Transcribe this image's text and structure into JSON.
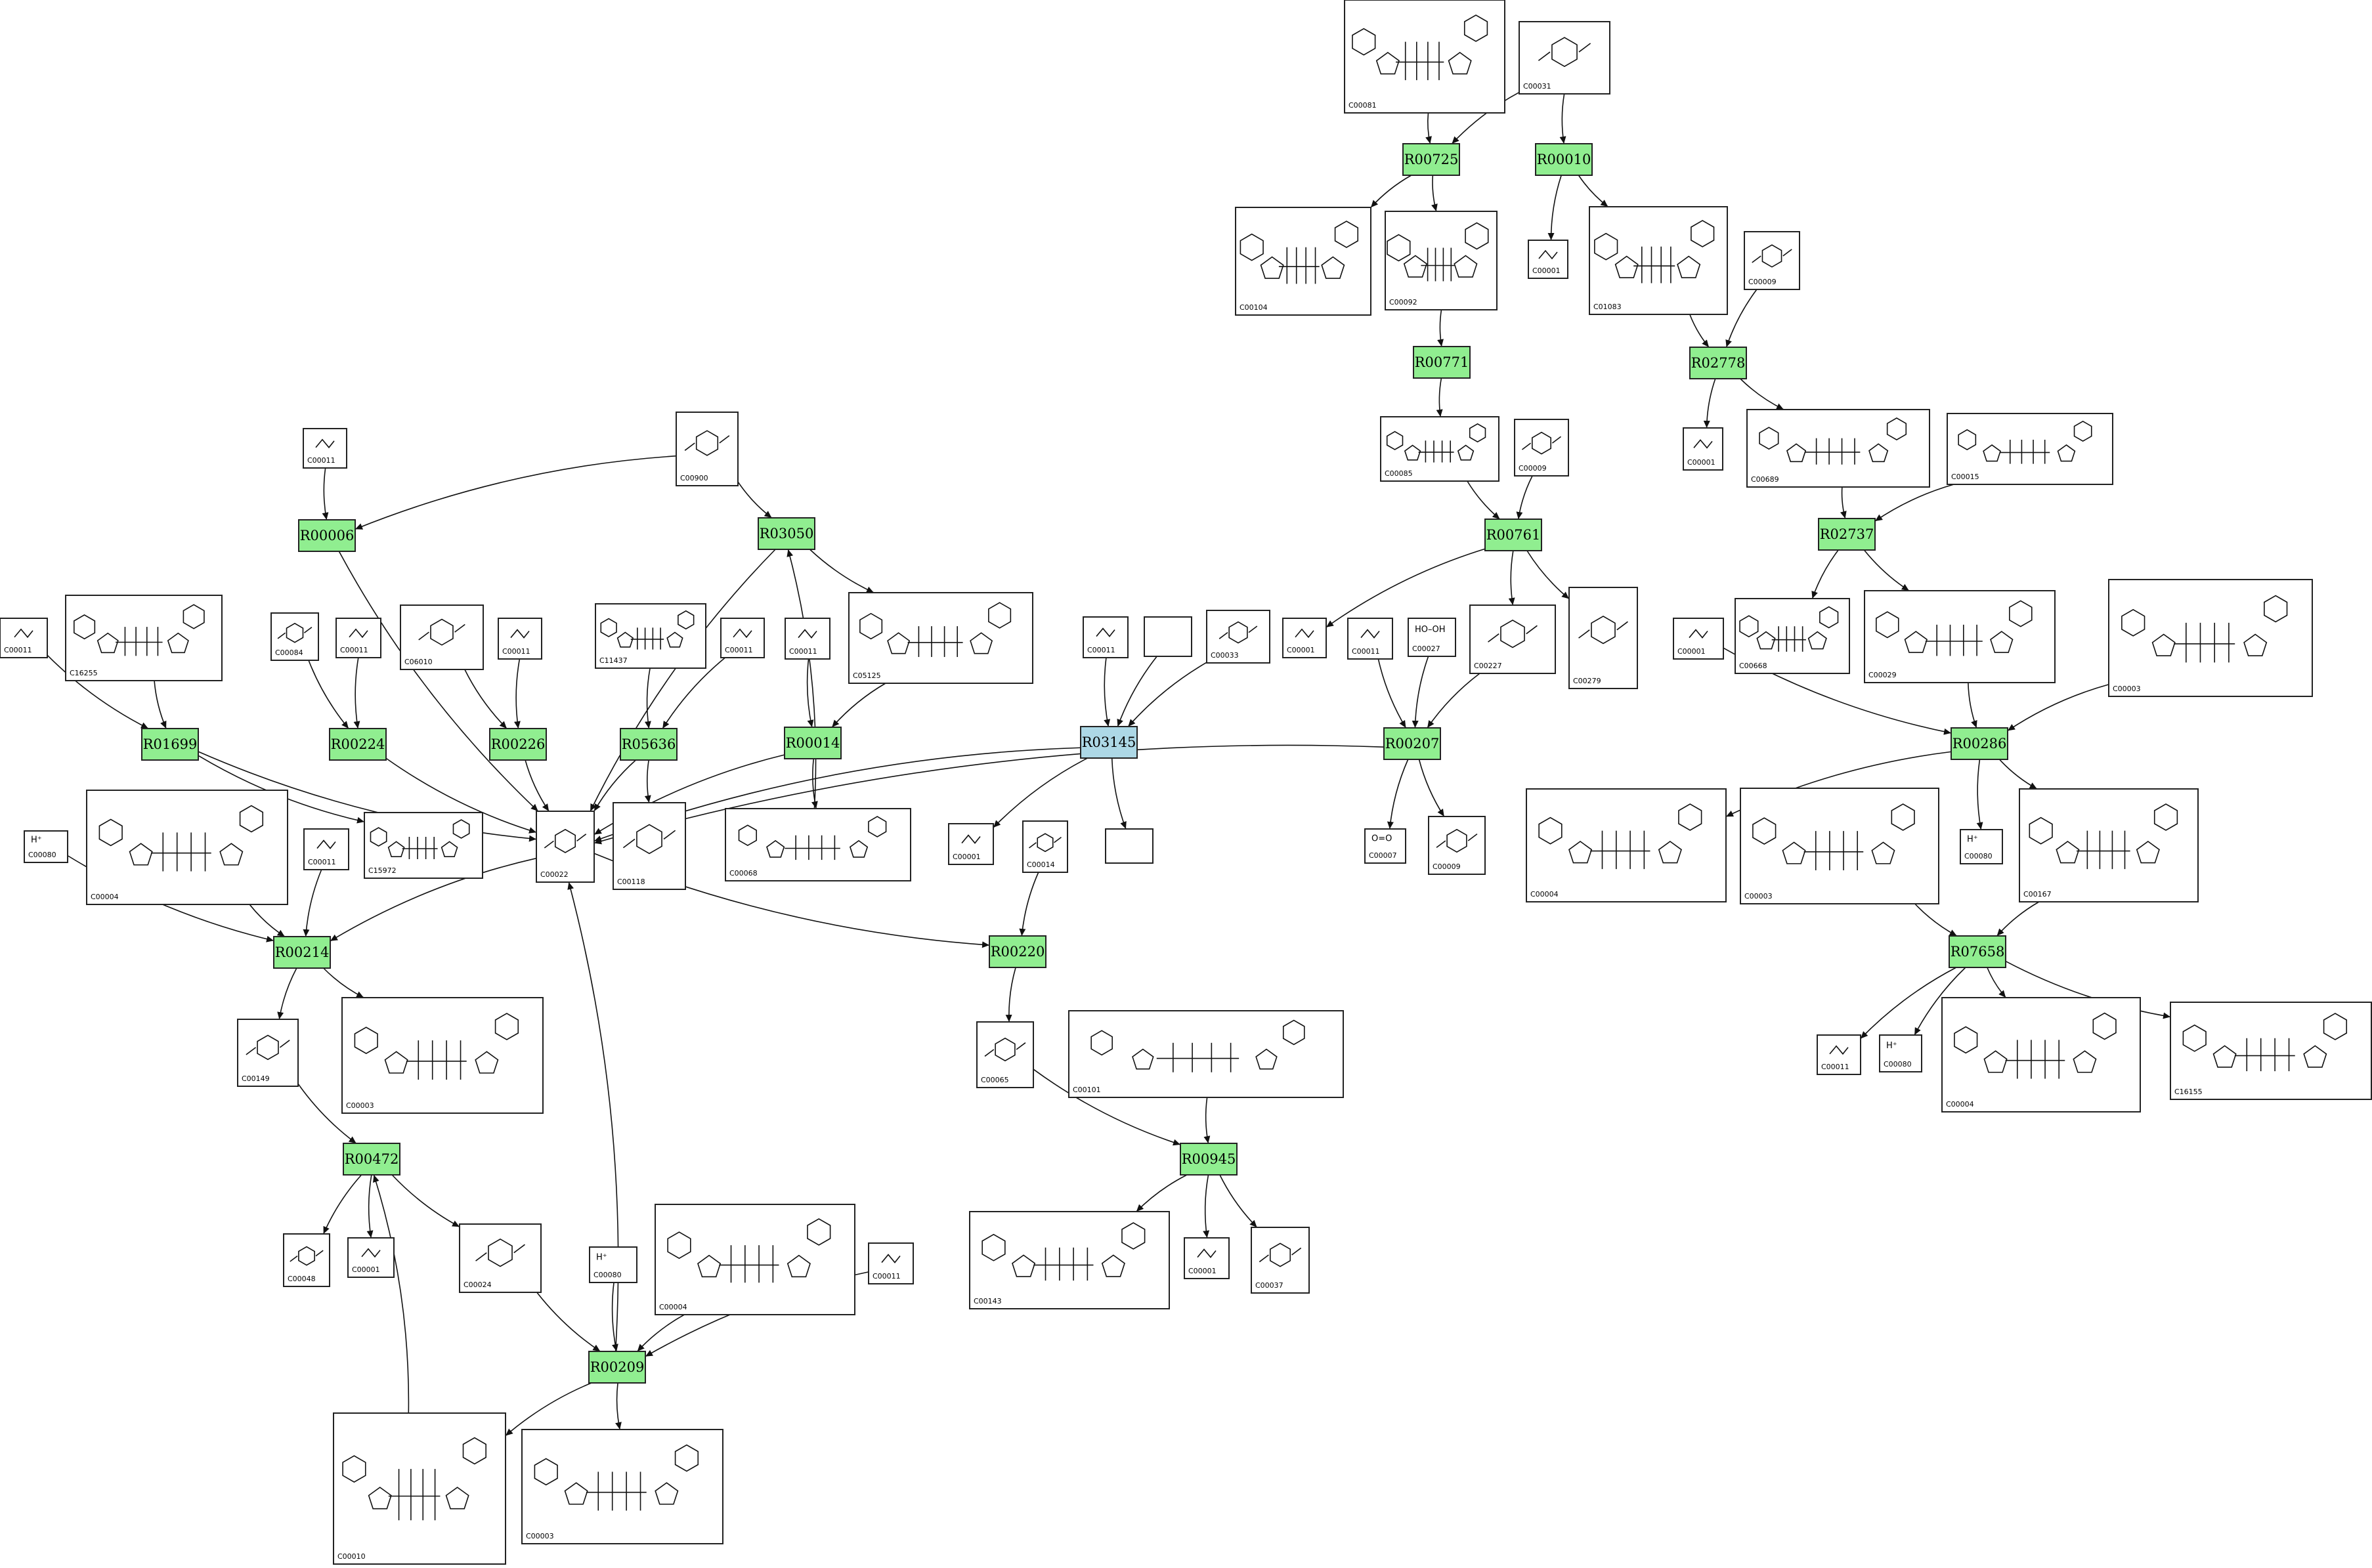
{
  "colors": {
    "reaction": "#90EE90",
    "reaction_selected": "#ADD8E6",
    "stroke": "#222222"
  },
  "reactions": [
    {
      "id": "R00725",
      "label": "R00725"
    },
    {
      "id": "R00010",
      "label": "R00010"
    },
    {
      "id": "R00771",
      "label": "R00771"
    },
    {
      "id": "R02778",
      "label": "R02778"
    },
    {
      "id": "R00006",
      "label": "R00006"
    },
    {
      "id": "R03050",
      "label": "R03050"
    },
    {
      "id": "R00761",
      "label": "R00761"
    },
    {
      "id": "R02737",
      "label": "R02737"
    },
    {
      "id": "R01699",
      "label": "R01699"
    },
    {
      "id": "R00224",
      "label": "R00224"
    },
    {
      "id": "R00226",
      "label": "R00226"
    },
    {
      "id": "R05636",
      "label": "R05636"
    },
    {
      "id": "R00014",
      "label": "R00014"
    },
    {
      "id": "R03145",
      "label": "R03145",
      "selected": true
    },
    {
      "id": "R00207",
      "label": "R00207"
    },
    {
      "id": "R00286",
      "label": "R00286"
    },
    {
      "id": "R00214",
      "label": "R00214"
    },
    {
      "id": "R00220",
      "label": "R00220"
    },
    {
      "id": "R07658",
      "label": "R07658"
    },
    {
      "id": "R00472",
      "label": "R00472"
    },
    {
      "id": "R00945",
      "label": "R00945"
    },
    {
      "id": "R00209",
      "label": "R00209"
    }
  ],
  "compounds": [
    {
      "id": "c00081",
      "label": "C00081",
      "formula": ""
    },
    {
      "id": "c00031",
      "label": "C00031",
      "formula": ""
    },
    {
      "id": "c00104",
      "label": "C00104",
      "formula": ""
    },
    {
      "id": "c00092",
      "label": "C00092",
      "formula": ""
    },
    {
      "id": "c00001a",
      "label": "C00001",
      "formula": ""
    },
    {
      "id": "c01083",
      "label": "C01083",
      "formula": ""
    },
    {
      "id": "c00009a",
      "label": "C00009",
      "formula": ""
    },
    {
      "id": "c00085",
      "label": "C00085",
      "formula": ""
    },
    {
      "id": "c00009b",
      "label": "C00009",
      "formula": ""
    },
    {
      "id": "c00001b",
      "label": "C00001",
      "formula": ""
    },
    {
      "id": "c00689",
      "label": "C00689",
      "formula": ""
    },
    {
      "id": "c00015",
      "label": "C00015",
      "formula": ""
    },
    {
      "id": "c00011a",
      "label": "C00011",
      "formula": ""
    },
    {
      "id": "c00900",
      "label": "C00900",
      "formula": ""
    },
    {
      "id": "c00011b",
      "label": "C00011",
      "formula": ""
    },
    {
      "id": "c16255",
      "label": "C16255",
      "formula": ""
    },
    {
      "id": "c00084",
      "label": "C00084",
      "formula": ""
    },
    {
      "id": "c00011c",
      "label": "C00011",
      "formula": ""
    },
    {
      "id": "c06010",
      "label": "C06010",
      "formula": ""
    },
    {
      "id": "c00011d",
      "label": "C00011",
      "formula": ""
    },
    {
      "id": "c11437",
      "label": "C11437",
      "formula": ""
    },
    {
      "id": "c00011e",
      "label": "C00011",
      "formula": ""
    },
    {
      "id": "c00011f",
      "label": "C00011",
      "formula": ""
    },
    {
      "id": "c05125",
      "label": "C05125",
      "formula": ""
    },
    {
      "id": "c00011g",
      "label": "C00011",
      "formula": ""
    },
    {
      "id": "blank1",
      "label": "",
      "formula": ""
    },
    {
      "id": "c00033",
      "label": "C00033",
      "formula": ""
    },
    {
      "id": "c00001c",
      "label": "C00001",
      "formula": ""
    },
    {
      "id": "c00011h",
      "label": "C00011",
      "formula": ""
    },
    {
      "id": "c00027",
      "label": "C00027",
      "formula": "HO–OH"
    },
    {
      "id": "c00227",
      "label": "C00227",
      "formula": ""
    },
    {
      "id": "c00279",
      "label": "C00279",
      "formula": ""
    },
    {
      "id": "c00668",
      "label": "C00668",
      "formula": ""
    },
    {
      "id": "c00029",
      "label": "C00029",
      "formula": ""
    },
    {
      "id": "c00001d",
      "label": "C00001",
      "formula": ""
    },
    {
      "id": "c00003a",
      "label": "C00003",
      "formula": ""
    },
    {
      "id": "c00080a",
      "label": "C00080",
      "formula": "H⁺"
    },
    {
      "id": "c00004a",
      "label": "C00004",
      "formula": ""
    },
    {
      "id": "c00011i",
      "label": "C00011",
      "formula": ""
    },
    {
      "id": "c15972",
      "label": "C15972",
      "formula": ""
    },
    {
      "id": "c00022",
      "label": "C00022",
      "formula": ""
    },
    {
      "id": "c00118",
      "label": "C00118",
      "formula": ""
    },
    {
      "id": "c00068",
      "label": "C00068",
      "formula": ""
    },
    {
      "id": "c00001e",
      "label": "C00001",
      "formula": ""
    },
    {
      "id": "c00014",
      "label": "C00014",
      "formula": ""
    },
    {
      "id": "blank2",
      "label": "",
      "formula": ""
    },
    {
      "id": "c00007",
      "label": "C00007",
      "formula": "O=O"
    },
    {
      "id": "c00009c",
      "label": "C00009",
      "formula": ""
    },
    {
      "id": "c00004b",
      "label": "C00004",
      "formula": ""
    },
    {
      "id": "c00003b",
      "label": "C00003",
      "formula": ""
    },
    {
      "id": "c00080b",
      "label": "C00080",
      "formula": "H⁺"
    },
    {
      "id": "c00167",
      "label": "C00167",
      "formula": ""
    },
    {
      "id": "c00149",
      "label": "C00149",
      "formula": ""
    },
    {
      "id": "c00003c",
      "label": "C00003",
      "formula": ""
    },
    {
      "id": "c00065",
      "label": "C00065",
      "formula": ""
    },
    {
      "id": "c00101",
      "label": "C00101",
      "formula": ""
    },
    {
      "id": "c00011j",
      "label": "C00011",
      "formula": ""
    },
    {
      "id": "c00080c",
      "label": "C00080",
      "formula": "H⁺"
    },
    {
      "id": "c00004c",
      "label": "C00004",
      "formula": ""
    },
    {
      "id": "c16155",
      "label": "C16155",
      "formula": ""
    },
    {
      "id": "c00048",
      "label": "C00048",
      "formula": ""
    },
    {
      "id": "c00001f",
      "label": "C00001",
      "formula": ""
    },
    {
      "id": "c00024",
      "label": "C00024",
      "formula": ""
    },
    {
      "id": "c00080d",
      "label": "C00080",
      "formula": "H⁺"
    },
    {
      "id": "c00004d",
      "label": "C00004",
      "formula": ""
    },
    {
      "id": "c00011k",
      "label": "C00011",
      "formula": ""
    },
    {
      "id": "c00143",
      "label": "C00143",
      "formula": ""
    },
    {
      "id": "c00001g",
      "label": "C00001",
      "formula": ""
    },
    {
      "id": "c00037",
      "label": "C00037",
      "formula": ""
    },
    {
      "id": "c00010",
      "label": "C00010",
      "formula": ""
    },
    {
      "id": "c00003d",
      "label": "C00003",
      "formula": ""
    }
  ],
  "edges": [
    [
      "c00081",
      "R00725"
    ],
    [
      "c00031",
      "R00725"
    ],
    [
      "R00725",
      "c00104"
    ],
    [
      "R00725",
      "c00092"
    ],
    [
      "c00031",
      "R00010"
    ],
    [
      "R00010",
      "c00001a"
    ],
    [
      "R00010",
      "c01083"
    ],
    [
      "c00092",
      "R00771"
    ],
    [
      "R00771",
      "c00085"
    ],
    [
      "c01083",
      "R02778"
    ],
    [
      "c00009a",
      "R02778"
    ],
    [
      "R02778",
      "c00001b"
    ],
    [
      "R02778",
      "c00689"
    ],
    [
      "c00689",
      "R02737"
    ],
    [
      "c00015",
      "R02737"
    ],
    [
      "R02737",
      "c00668"
    ],
    [
      "R02737",
      "c00029"
    ],
    [
      "c00085",
      "R00761"
    ],
    [
      "c00009b",
      "R00761"
    ],
    [
      "R00761",
      "c00001c"
    ],
    [
      "R00761",
      "c00227"
    ],
    [
      "R00761",
      "c00279"
    ],
    [
      "c00011a",
      "R00006"
    ],
    [
      "c00900",
      "R00006"
    ],
    [
      "R00006",
      "c00022"
    ],
    [
      "c00900",
      "R03050"
    ],
    [
      "R03050",
      "c00022"
    ],
    [
      "R03050",
      "c05125"
    ],
    [
      "c00011b",
      "R01699"
    ],
    [
      "c16255",
      "R01699"
    ],
    [
      "R01699",
      "c15972"
    ],
    [
      "R01699",
      "c00022"
    ],
    [
      "c00084",
      "R00224"
    ],
    [
      "c00011c",
      "R00224"
    ],
    [
      "R00224",
      "c00022"
    ],
    [
      "c06010",
      "R00226"
    ],
    [
      "c00011d",
      "R00226"
    ],
    [
      "R00226",
      "c00022"
    ],
    [
      "c11437",
      "R05636"
    ],
    [
      "c00011e",
      "R05636"
    ],
    [
      "R05636",
      "c00118"
    ],
    [
      "R05636",
      "c00022"
    ],
    [
      "c00011f",
      "R00014"
    ],
    [
      "c05125",
      "R00014"
    ],
    [
      "R00014",
      "c00068"
    ],
    [
      "R00014",
      "c00022"
    ],
    [
      "c00068",
      "R03050"
    ],
    [
      "c00011g",
      "R03145"
    ],
    [
      "blank1",
      "R03145"
    ],
    [
      "c00033",
      "R03145"
    ],
    [
      "R03145",
      "c00001e"
    ],
    [
      "R03145",
      "blank2"
    ],
    [
      "R03145",
      "c00022"
    ],
    [
      "c00011h",
      "R00207"
    ],
    [
      "c00027",
      "R00207"
    ],
    [
      "c00227",
      "R00207"
    ],
    [
      "R00207",
      "c00007"
    ],
    [
      "R00207",
      "c00009c"
    ],
    [
      "R00207",
      "c00022"
    ],
    [
      "c00001d",
      "R00286"
    ],
    [
      "c00029",
      "R00286"
    ],
    [
      "c00003a",
      "R00286"
    ],
    [
      "R00286",
      "c00004b"
    ],
    [
      "R00286",
      "c00080b"
    ],
    [
      "R00286",
      "c00167"
    ],
    [
      "c00003b",
      "R07658"
    ],
    [
      "c00167",
      "R07658"
    ],
    [
      "R07658",
      "c00011j"
    ],
    [
      "R07658",
      "c00080c"
    ],
    [
      "R07658",
      "c00004c"
    ],
    [
      "R07658",
      "c16155"
    ],
    [
      "c00080a",
      "R00214"
    ],
    [
      "c00004a",
      "R00214"
    ],
    [
      "c00011i",
      "R00214"
    ],
    [
      "c00022",
      "R00214"
    ],
    [
      "R00214",
      "c00149"
    ],
    [
      "R00214",
      "c00003c"
    ],
    [
      "c00022",
      "R00220"
    ],
    [
      "c00014",
      "R00220"
    ],
    [
      "R00220",
      "c00065"
    ],
    [
      "c00149",
      "R00472"
    ],
    [
      "R00472",
      "c00048"
    ],
    [
      "R00472",
      "c00001f"
    ],
    [
      "R00472",
      "c00024"
    ],
    [
      "c00065",
      "R00945"
    ],
    [
      "c00101",
      "R00945"
    ],
    [
      "R00945",
      "c00143"
    ],
    [
      "R00945",
      "c00001g"
    ],
    [
      "R00945",
      "c00037"
    ],
    [
      "c00024",
      "R00209"
    ],
    [
      "c00080d",
      "R00209"
    ],
    [
      "c00004d",
      "R00209"
    ],
    [
      "c00011k",
      "R00209"
    ],
    [
      "R00209",
      "c00010"
    ],
    [
      "R00209",
      "c00003d"
    ],
    [
      "R00209",
      "c00022"
    ],
    [
      "c00010",
      "R00472"
    ]
  ]
}
